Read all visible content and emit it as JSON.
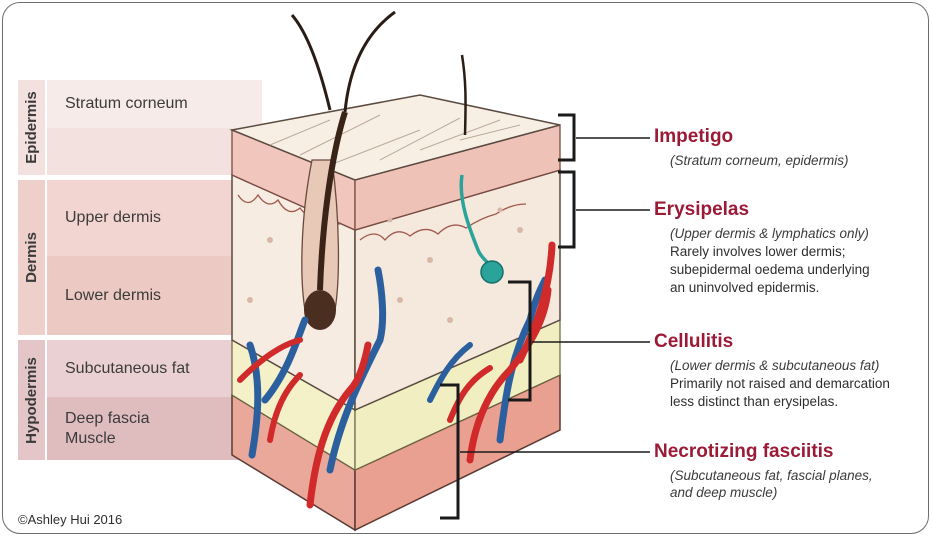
{
  "bands": [
    {
      "name": "Epidermis",
      "color": "#f2e1de"
    },
    {
      "name": "Dermis",
      "color": "#efcfca"
    },
    {
      "name": "Hypodermis",
      "color": "#e4c6c8"
    }
  ],
  "layers": [
    {
      "label": "Stratum corneum"
    },
    {
      "label": ""
    },
    {
      "label": "Upper dermis"
    },
    {
      "label": "Lower dermis"
    },
    {
      "label": "Subcutaneous fat"
    },
    {
      "label": "Deep fascia\nMuscle"
    }
  ],
  "conditions": [
    {
      "title": "Impetigo",
      "subtitle": "(Stratum corneum, epidermis)",
      "description": ""
    },
    {
      "title": "Erysipelas",
      "subtitle": "(Upper dermis & lymphatics only)",
      "description": "Rarely involves lower dermis;\nsubepidermal oedema underlying\nan uninvolved epidermis."
    },
    {
      "title": "Cellulitis",
      "subtitle": "(Lower dermis & subcutaneous fat)",
      "description": "Primarily not raised and demarcation\nless distinct than erysipelas."
    },
    {
      "title": "Necrotizing fasciitis",
      "subtitle": "(Subcutaneous fat, fascial planes,\nand deep muscle)",
      "description": ""
    }
  ],
  "copyright": "©Ashley Hui 2016",
  "colors": {
    "accent": "#9b1b36",
    "artery": "#d12a2a",
    "vein": "#2c5f9e",
    "lymph": "#2aa39a",
    "skin": "#f5e6d8",
    "fat": "#f4f1c9",
    "muscle": "#e9a89a"
  }
}
